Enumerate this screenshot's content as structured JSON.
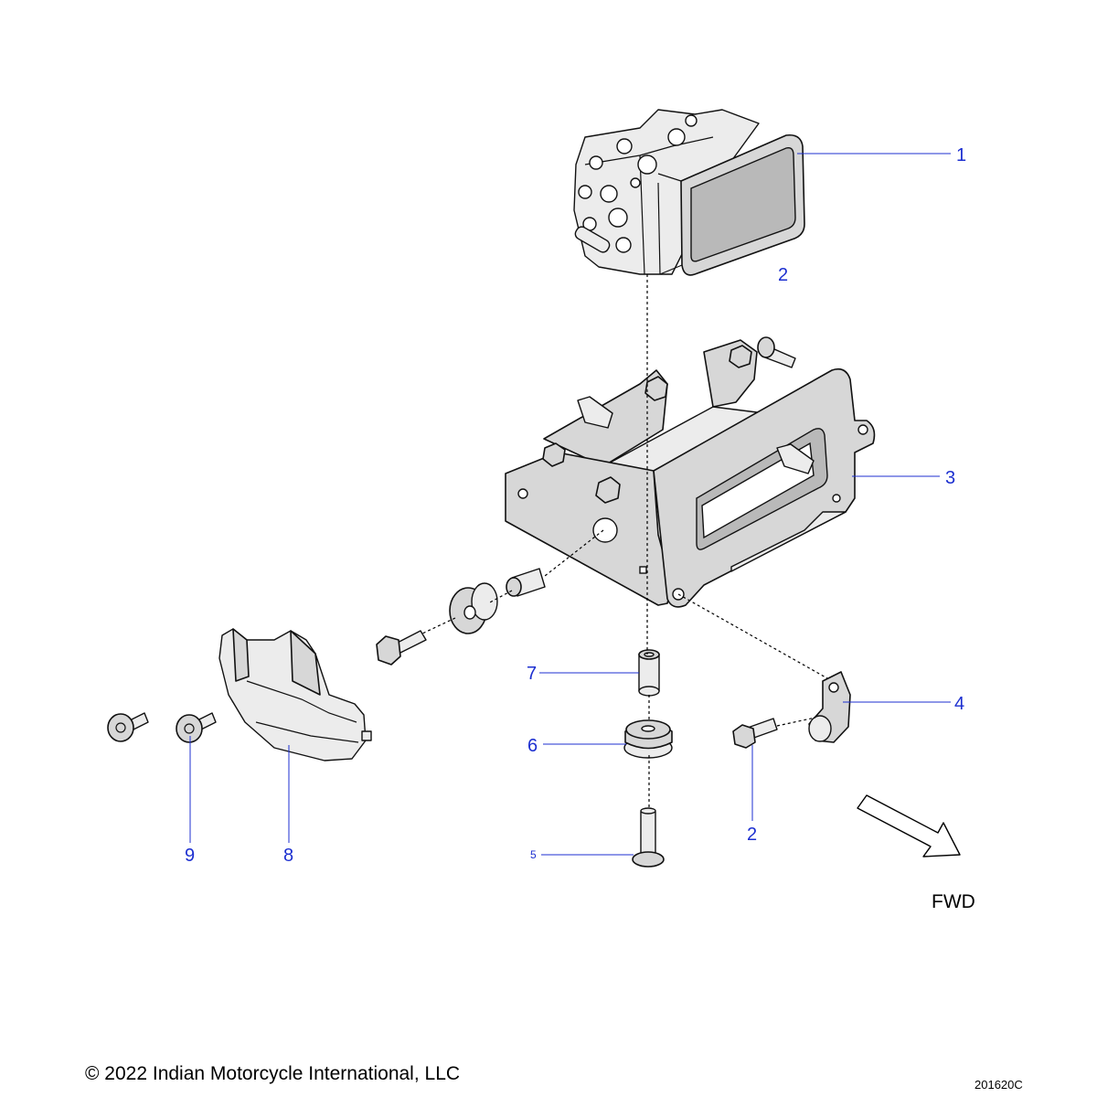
{
  "callouts": {
    "c1": "1",
    "c2a": "2",
    "c3": "3",
    "c4": "4",
    "c5": "5",
    "c6": "6",
    "c7": "7",
    "c2b": "2",
    "c8": "8",
    "c9": "9"
  },
  "direction": {
    "label": "FWD"
  },
  "footer": {
    "copyright": "© 2022 Indian Motorcycle International, LLC",
    "drawing_number": "201620C"
  },
  "colors": {
    "callout": "#1c2fd0",
    "part_fill": "#d7d7d7",
    "outline": "#111111"
  }
}
